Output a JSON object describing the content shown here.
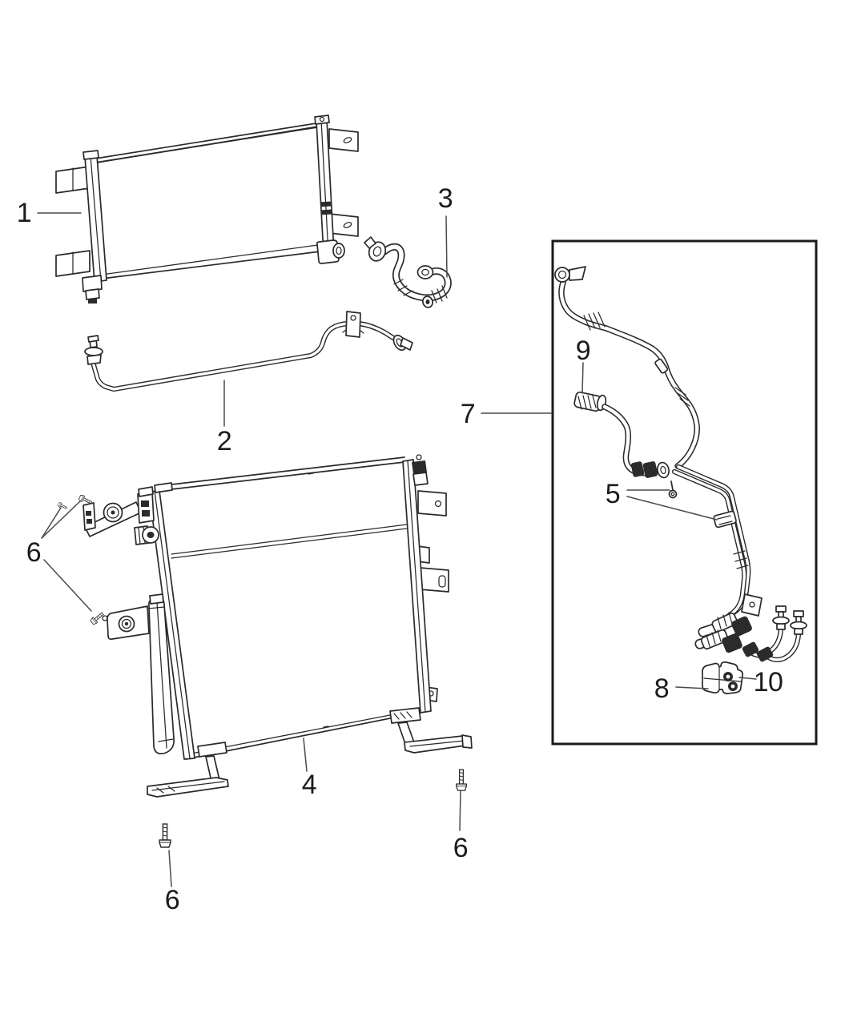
{
  "page": {
    "background": "#ffffff"
  },
  "diagram": {
    "type": "exploded-parts-diagram",
    "line_color": "#2a2a2a",
    "label_color": "#1c1c1c",
    "detail_box_border_color": "#1a1a1a",
    "callouts": [
      {
        "id": "callout-1",
        "label": "1"
      },
      {
        "id": "callout-2",
        "label": "2"
      },
      {
        "id": "callout-3",
        "label": "3"
      },
      {
        "id": "callout-4",
        "label": "4"
      },
      {
        "id": "callout-5",
        "label": "5"
      },
      {
        "id": "callout-6-upper-left",
        "label": "6"
      },
      {
        "id": "callout-6-lower-left",
        "label": "6"
      },
      {
        "id": "callout-6-right",
        "label": "6"
      },
      {
        "id": "callout-7",
        "label": "7"
      },
      {
        "id": "callout-8",
        "label": "8"
      },
      {
        "id": "callout-9",
        "label": "9"
      },
      {
        "id": "callout-10",
        "label": "10"
      }
    ]
  }
}
